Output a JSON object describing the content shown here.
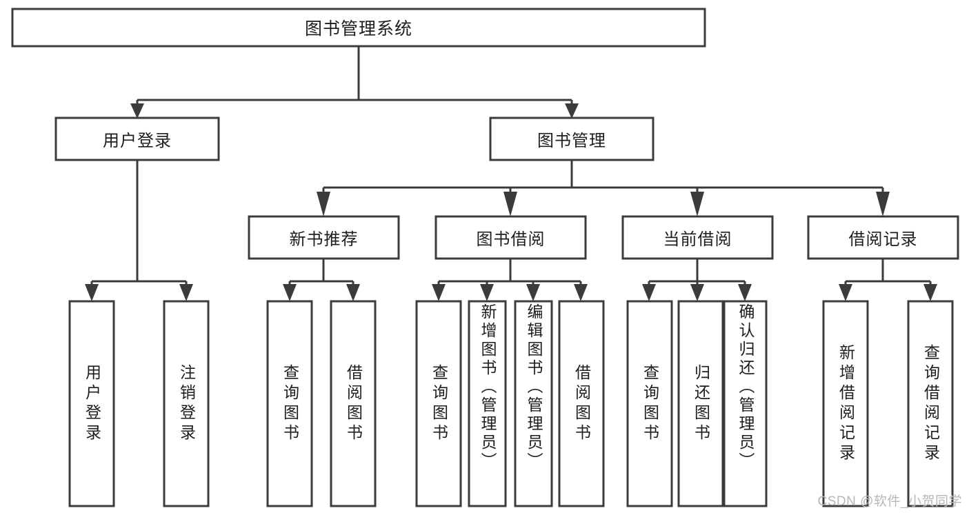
{
  "diagram": {
    "type": "tree-hierarchy",
    "title": "图书管理系统",
    "watermark": "CSDN @软件_小贺同学",
    "colors": {
      "background": "#ffffff",
      "box_stroke": "#3b3b3b",
      "box_fill": "#ffffff",
      "text": "#1d1d1d",
      "connector": "#3b3b3b",
      "watermark": "#b8b8b8"
    },
    "levels": [
      {
        "level": 0,
        "nodes": [
          {
            "id": "root",
            "label": "图书管理系统",
            "orientation": "horizontal"
          }
        ]
      },
      {
        "level": 1,
        "nodes": [
          {
            "id": "login",
            "label": "用户登录",
            "orientation": "horizontal",
            "parent": "root"
          },
          {
            "id": "bookmgmt",
            "label": "图书管理",
            "orientation": "horizontal",
            "parent": "root"
          }
        ]
      },
      {
        "level": 2,
        "nodes": [
          {
            "id": "newbook",
            "label": "新书推荐",
            "orientation": "horizontal",
            "parent": "bookmgmt"
          },
          {
            "id": "borrow",
            "label": "图书借阅",
            "orientation": "horizontal",
            "parent": "bookmgmt"
          },
          {
            "id": "current",
            "label": "当前借阅",
            "orientation": "horizontal",
            "parent": "bookmgmt"
          },
          {
            "id": "records",
            "label": "借阅记录",
            "orientation": "horizontal",
            "parent": "bookmgmt"
          }
        ]
      },
      {
        "level": 3,
        "nodes": [
          {
            "id": "leaf1",
            "label": "用户登录",
            "orientation": "vertical",
            "parent": "login"
          },
          {
            "id": "leaf2",
            "label": "注销登录",
            "orientation": "vertical",
            "parent": "login"
          },
          {
            "id": "leaf3",
            "label": "查询图书",
            "orientation": "vertical",
            "parent": "newbook"
          },
          {
            "id": "leaf4",
            "label": "借阅图书",
            "orientation": "vertical",
            "parent": "newbook"
          },
          {
            "id": "leaf5",
            "label": "查询图书",
            "orientation": "vertical",
            "parent": "borrow"
          },
          {
            "id": "leaf6",
            "label": "新增图书（管理员）",
            "orientation": "vertical",
            "parent": "borrow"
          },
          {
            "id": "leaf7",
            "label": "编辑图书（管理员）",
            "orientation": "vertical",
            "parent": "borrow"
          },
          {
            "id": "leaf8",
            "label": "借阅图书",
            "orientation": "vertical",
            "parent": "borrow"
          },
          {
            "id": "leaf9",
            "label": "查询图书",
            "orientation": "vertical",
            "parent": "current"
          },
          {
            "id": "leaf10",
            "label": "归还图书",
            "orientation": "vertical",
            "parent": "current"
          },
          {
            "id": "leaf11",
            "label": "确认归还（管理员）",
            "orientation": "vertical",
            "parent": "current"
          },
          {
            "id": "leaf12",
            "label": "新增借阅记录",
            "orientation": "vertical",
            "parent": "records"
          },
          {
            "id": "leaf13",
            "label": "查询借阅记录",
            "orientation": "vertical",
            "parent": "records"
          }
        ]
      }
    ]
  }
}
